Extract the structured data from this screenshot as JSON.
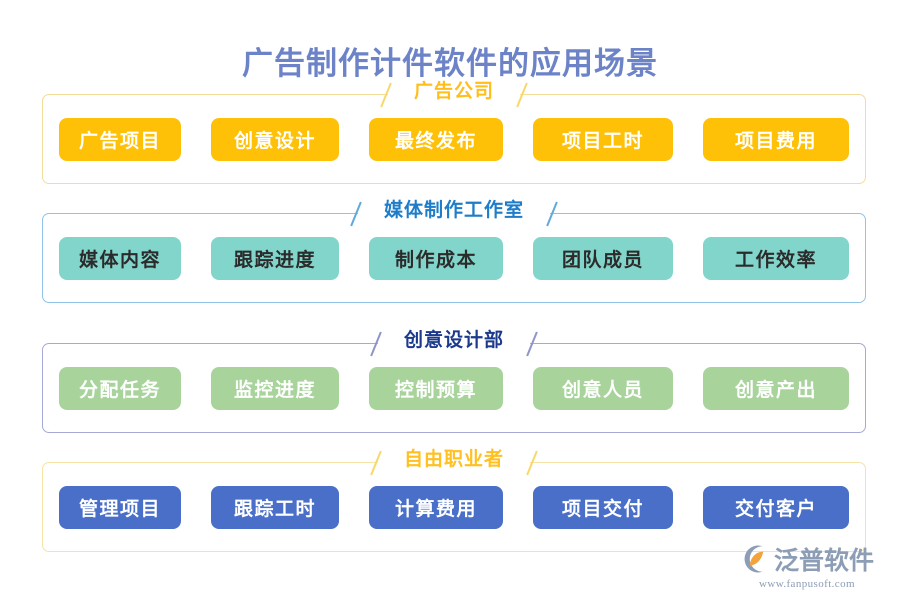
{
  "page": {
    "title": "广告制作计件软件的应用场景",
    "title_color": "#6D83C8",
    "background": "#ffffff"
  },
  "sections": [
    {
      "title": "广告公司",
      "title_color": "#FFBE1A",
      "border_color": "#f3dd9a",
      "chip_color": "#FFC107",
      "chip_text_color": "#ffffff",
      "chips": [
        {
          "label": "广告项目"
        },
        {
          "label": "创意设计"
        },
        {
          "label": "最终发布"
        },
        {
          "label": "项目工时"
        },
        {
          "label": "项目费用"
        }
      ]
    },
    {
      "title": "媒体制作工作室",
      "title_color": "#1E7CC8",
      "border_color": "#8fc3e8",
      "chip_color": "#82D5CB",
      "chip_text_color": "#2b2b2b",
      "chips": [
        {
          "label": "媒体内容"
        },
        {
          "label": "跟踪进度"
        },
        {
          "label": "制作成本"
        },
        {
          "label": "团队成员"
        },
        {
          "label": "工作效率"
        }
      ]
    },
    {
      "title": "创意设计部",
      "title_color": "#1B3A8C",
      "border_color": "#a6a9d6",
      "chip_color": "#A8D49C",
      "chip_text_color": "#ffffff",
      "chips": [
        {
          "label": "分配任务"
        },
        {
          "label": "监控进度"
        },
        {
          "label": "控制预算"
        },
        {
          "label": "创意人员"
        },
        {
          "label": "创意产出"
        }
      ]
    },
    {
      "title": "自由职业者",
      "title_color": "#FFC020",
      "border_color": "#f6e3a6",
      "chip_color": "#4A6FC8",
      "chip_text_color": "#ffffff",
      "chips": [
        {
          "label": "管理项目"
        },
        {
          "label": "跟踪工时"
        },
        {
          "label": "计算费用"
        },
        {
          "label": "项目交付"
        },
        {
          "label": "交付客户"
        }
      ]
    }
  ],
  "logo": {
    "name": "泛普软件",
    "url": "www.fanpusoft.com",
    "mark_icon": "fanpu-circle-swoosh-icon",
    "mark_color_outer": "#8C9DB5",
    "mark_color_inner": "#F2A33C",
    "text_color": "#8C9DB5"
  }
}
